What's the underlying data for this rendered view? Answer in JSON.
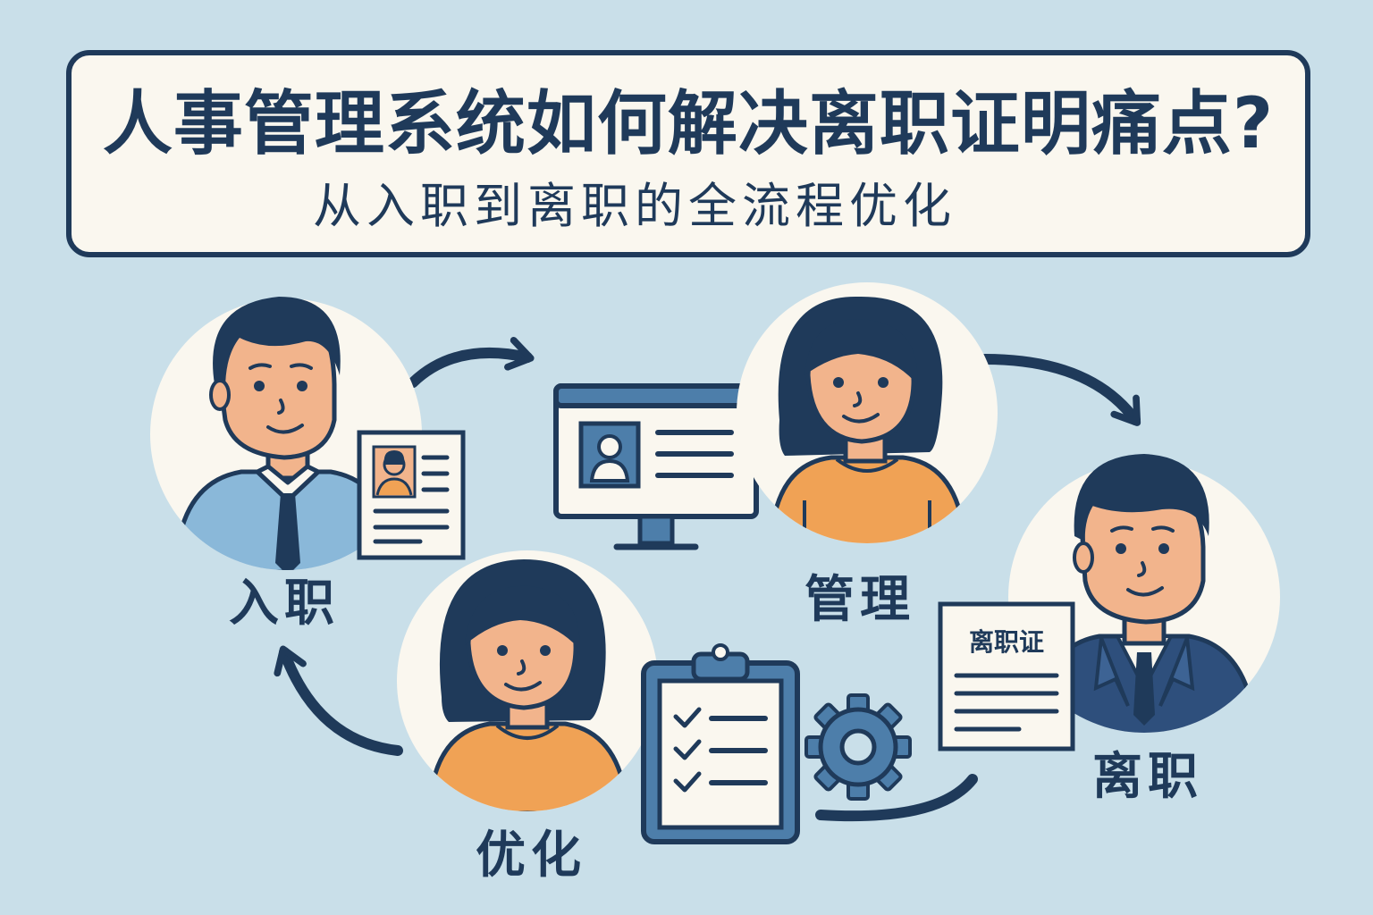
{
  "header": {
    "title": "人事管理系统如何解决离职证明痛点?",
    "subtitle": "从入职到离职的全流程优化"
  },
  "stages": {
    "onboard": "入职",
    "manage": "管理",
    "offboard": "离职",
    "optimize": "优化"
  },
  "certificate": {
    "heading": "离职证"
  },
  "colors": {
    "background": "#c9dfe9",
    "navy": "#1f3a5a",
    "skin": "#f2b48c",
    "orange": "#f0a255",
    "shirt_blue": "#8ab8d9",
    "paper": "#faf7ef",
    "system_blue": "#4d7eaa"
  },
  "icons": [
    "id-card-icon",
    "monitor-profile-icon",
    "clipboard-checklist-icon",
    "gear-icon",
    "certificate-document-icon",
    "cycle-arrow-icon"
  ]
}
